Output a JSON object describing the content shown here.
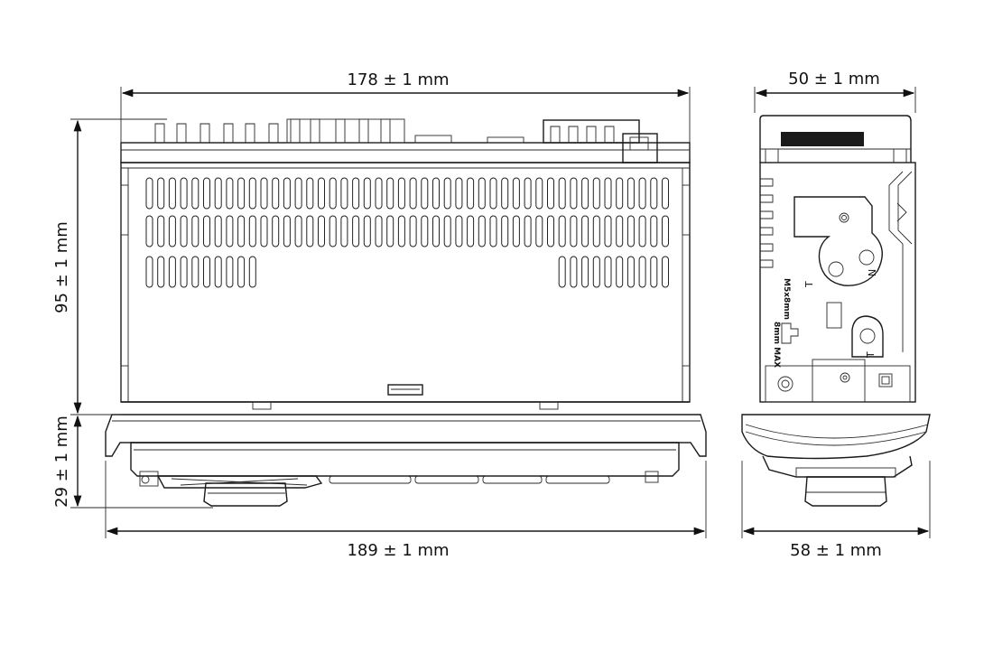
{
  "dimensions": {
    "top_width": "178 ± 1 mm",
    "side_depth": "50 ± 1 mm",
    "height": "95 ± 1 mm",
    "front_height": "29 ± 1 mm",
    "bottom_width": "189 ± 1 mm",
    "side_bottom_width": "58 ± 1 mm"
  },
  "side_marks": {
    "mark_n": "N",
    "mark_t1": "T",
    "mark_t2": "T",
    "screw_text_1": "8mm  MAX",
    "screw_text_2": "M5x8mm"
  }
}
